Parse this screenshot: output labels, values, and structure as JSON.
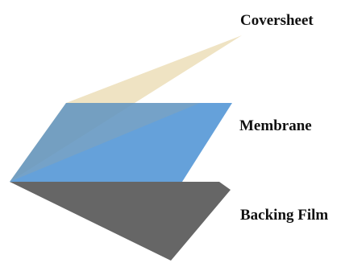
{
  "labels": {
    "coversheet": "Coversheet",
    "membrane": "Membrane",
    "backing_film": "Backing Film"
  },
  "colors": {
    "coversheet": "#efe3c3",
    "membrane": "#5095d3",
    "backing_film": "#666666",
    "label_text": "#111111"
  }
}
